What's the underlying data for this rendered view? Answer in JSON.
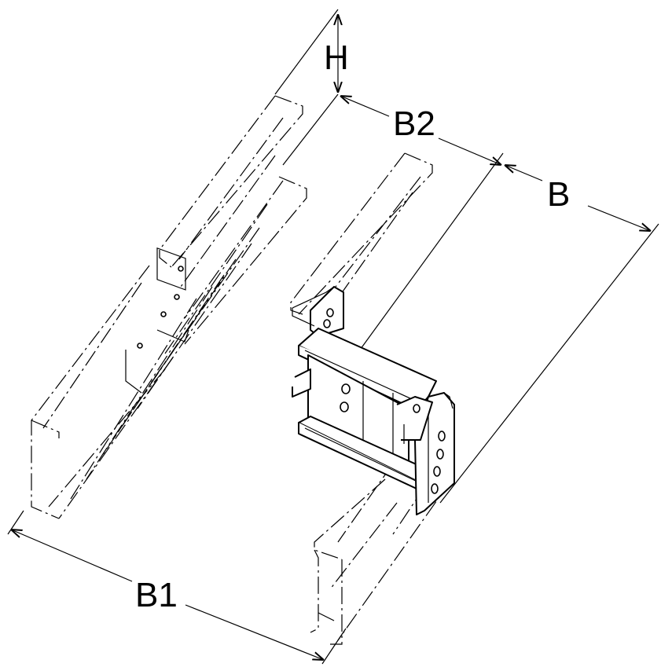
{
  "diagram": {
    "dimensions": {
      "height_label": "H",
      "offset_width_label": "B2",
      "width_label": "B",
      "total_width_label": "B1"
    }
  }
}
